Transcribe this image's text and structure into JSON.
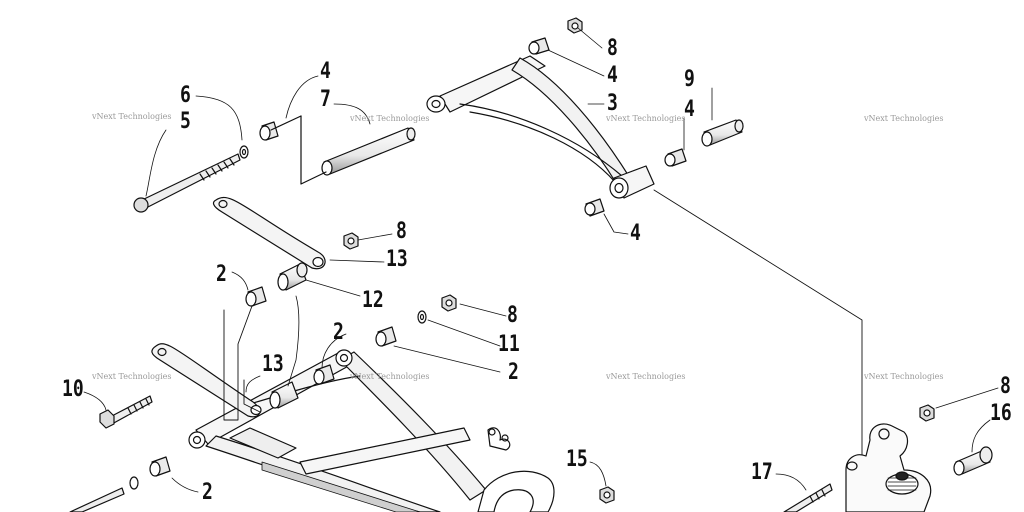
{
  "watermark": "vNext Technologies",
  "callouts": {
    "c8_top": "8",
    "c4_top": "4",
    "c4_left": "4",
    "c7": "7",
    "c6": "6",
    "c5": "5",
    "c3": "3",
    "c9": "9",
    "c4_right": "4",
    "c4_bottom": "4",
    "c8_mid": "8",
    "c13_top": "13",
    "c2_left": "2",
    "c12": "12",
    "c8_lower": "8",
    "c11": "11",
    "c2_mid": "2",
    "c2_right": "2",
    "c13_lower": "13",
    "c10": "10",
    "c2_bottom": "2",
    "c15": "15",
    "c17": "17",
    "c8_right": "8",
    "c16": "16"
  }
}
